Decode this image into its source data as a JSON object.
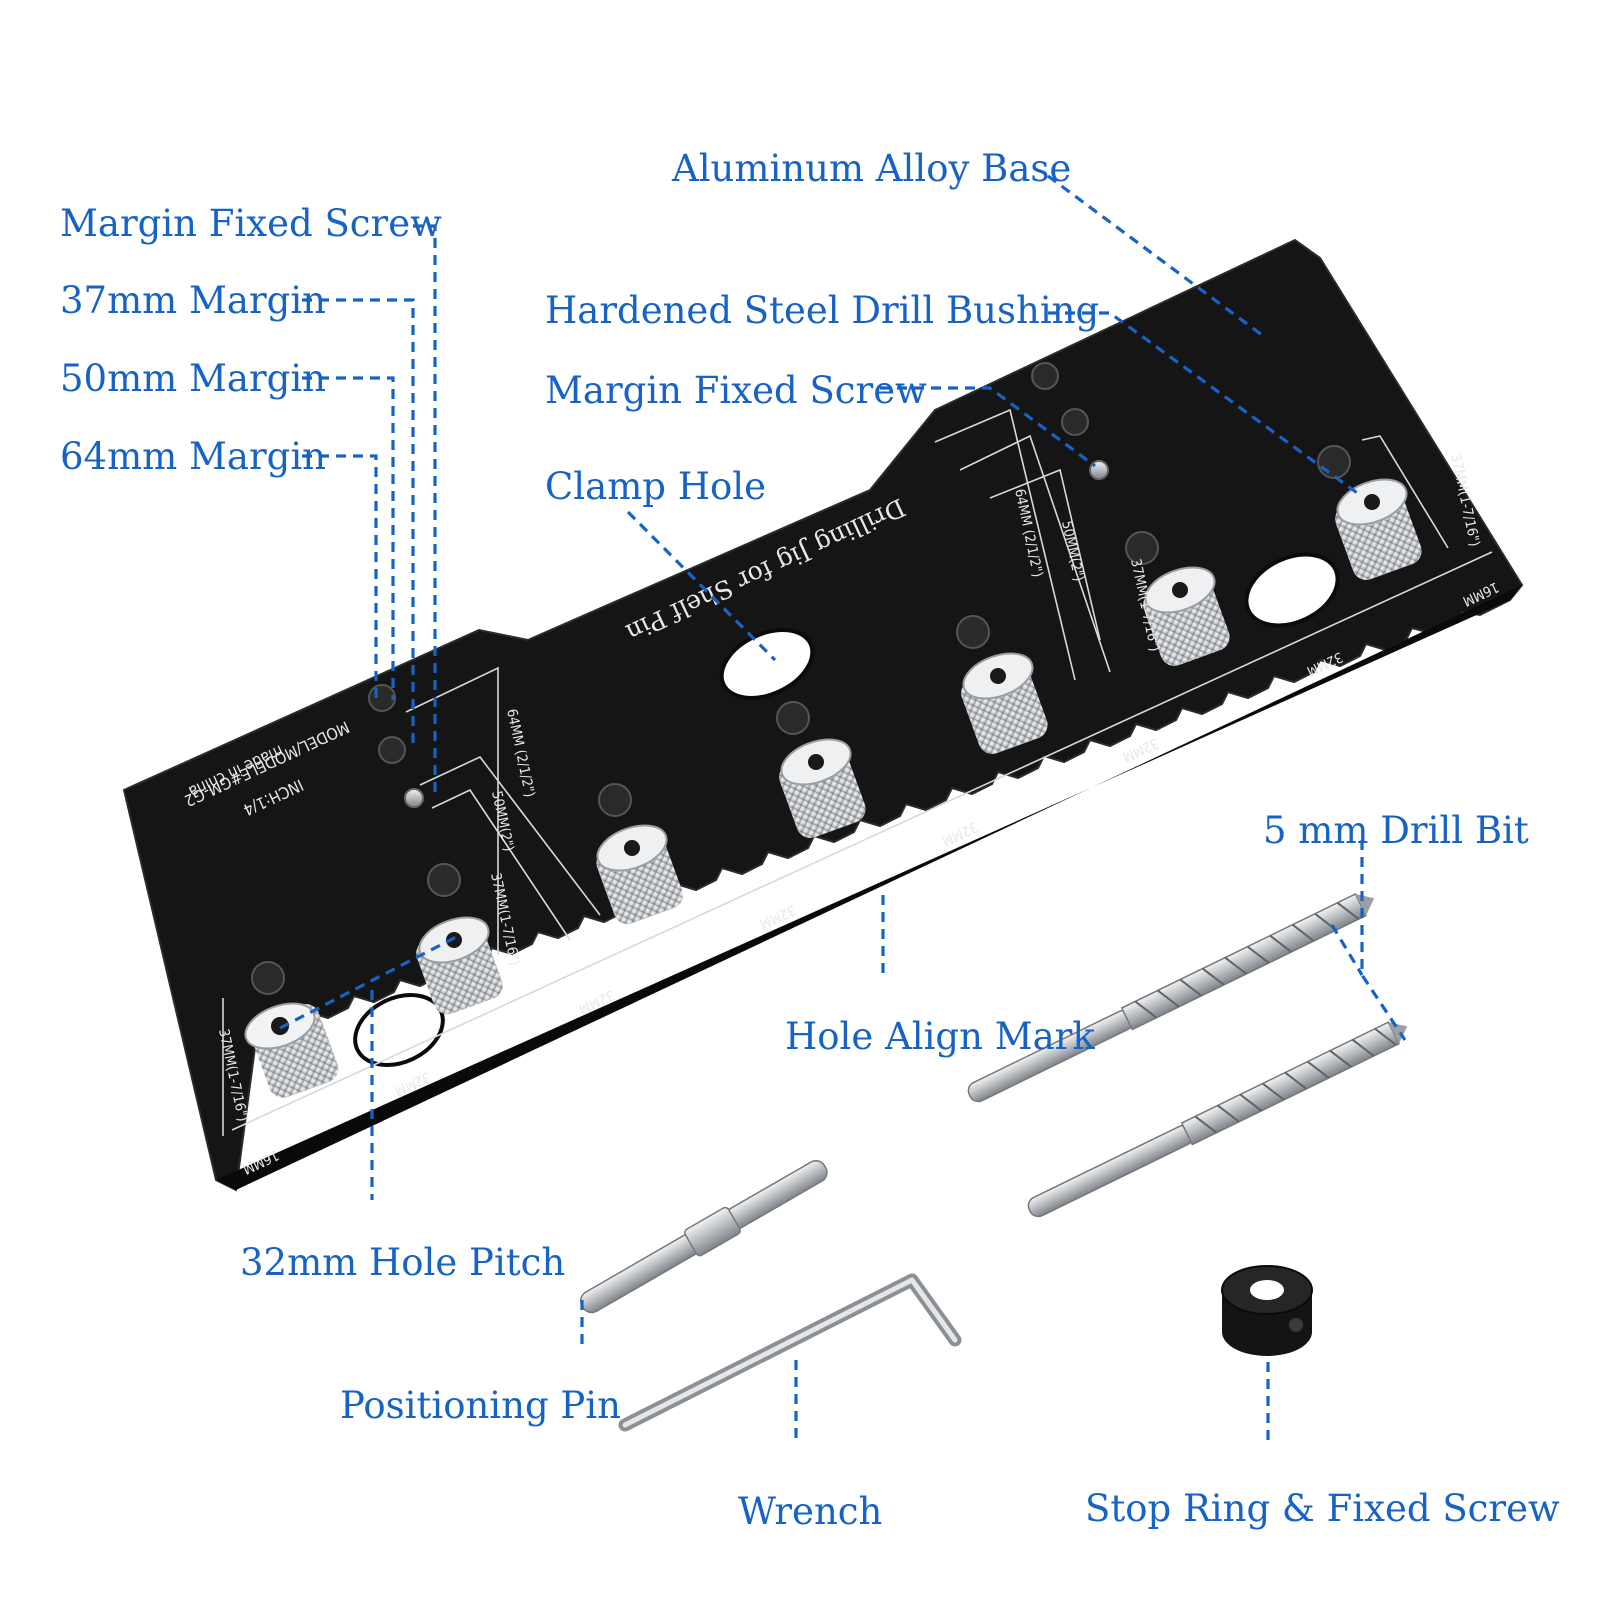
{
  "colors": {
    "label": "#1763c5",
    "jig_body": "#151515",
    "metal_light": "#e7e9eb",
    "metal_dark": "#8c9095"
  },
  "labels": {
    "aluminum_alloy_base": "Aluminum Alloy Base",
    "margin_fixed_screw_left": "Margin Fixed Screw",
    "margin_37": "37mm Margin",
    "margin_50": "50mm Margin",
    "margin_64": "64mm Margin",
    "hardened_bushing": "Hardened Steel Drill Bushing",
    "margin_fixed_screw_right": "Margin Fixed Screw",
    "clamp_hole": "Clamp Hole",
    "drill_bit": "5 mm Drill Bit",
    "hole_align_mark": "Hole Align Mark",
    "hole_pitch": "32mm Hole Pitch",
    "positioning_pin": "Positioning Pin",
    "wrench": "Wrench",
    "stop_ring": "Stop Ring & Fixed Screw"
  },
  "jig_markings": {
    "title": "Drilling Jig for Shelf Pin",
    "made_in": "made in china",
    "model": "MODEL/MODELE#GM-G2",
    "inch": "INCH:1/4",
    "m64": "64MM (2/1/2\")",
    "m50": "50MM(2\")",
    "m37": "37MM(1-7/16\")",
    "pitch": "32MM",
    "edge": "16MM"
  },
  "icons": {
    "jig": "drilling-jig-illustration",
    "drill_bits": "drill-bit-icon",
    "pin": "positioning-pin-icon",
    "wrench": "hex-wrench-icon",
    "stop_ring": "stop-ring-icon"
  }
}
